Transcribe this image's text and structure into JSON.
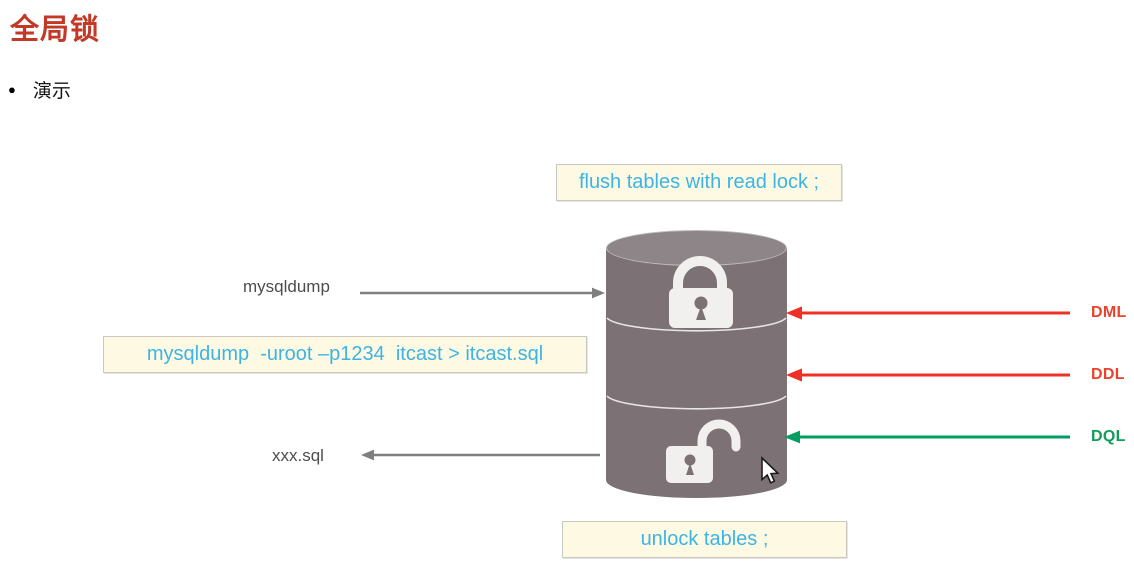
{
  "page": {
    "title": "全局锁",
    "bullet": "演示"
  },
  "boxes": {
    "flush": "flush tables with read lock ;",
    "dump_command": "mysqldump  -uroot –p1234  itcast > itcast.sql",
    "unlock": "unlock tables ;"
  },
  "diagram": {
    "left_labels": {
      "client": "mysqldump",
      "output_file": "xxx.sql"
    },
    "right_labels": {
      "dml": "DML",
      "ddl": "DDL",
      "dql": "DQL"
    },
    "icons": {
      "top_section": "lock-closed-icon",
      "bottom_section": "lock-open-icon"
    },
    "colors": {
      "title_red": "#c23a27",
      "box_background": "#fdf9e3",
      "box_border": "#c9c8c0",
      "command_blue": "#3cb4e5",
      "cylinder_body": "#7c7174",
      "cylinder_top": "#8e8589",
      "arrow_gray": "#7f7f7f",
      "arrow_red": "#ee3124",
      "arrow_green": "#009e60",
      "label_red": "#e8432d",
      "label_green": "#0f9d58"
    }
  }
}
